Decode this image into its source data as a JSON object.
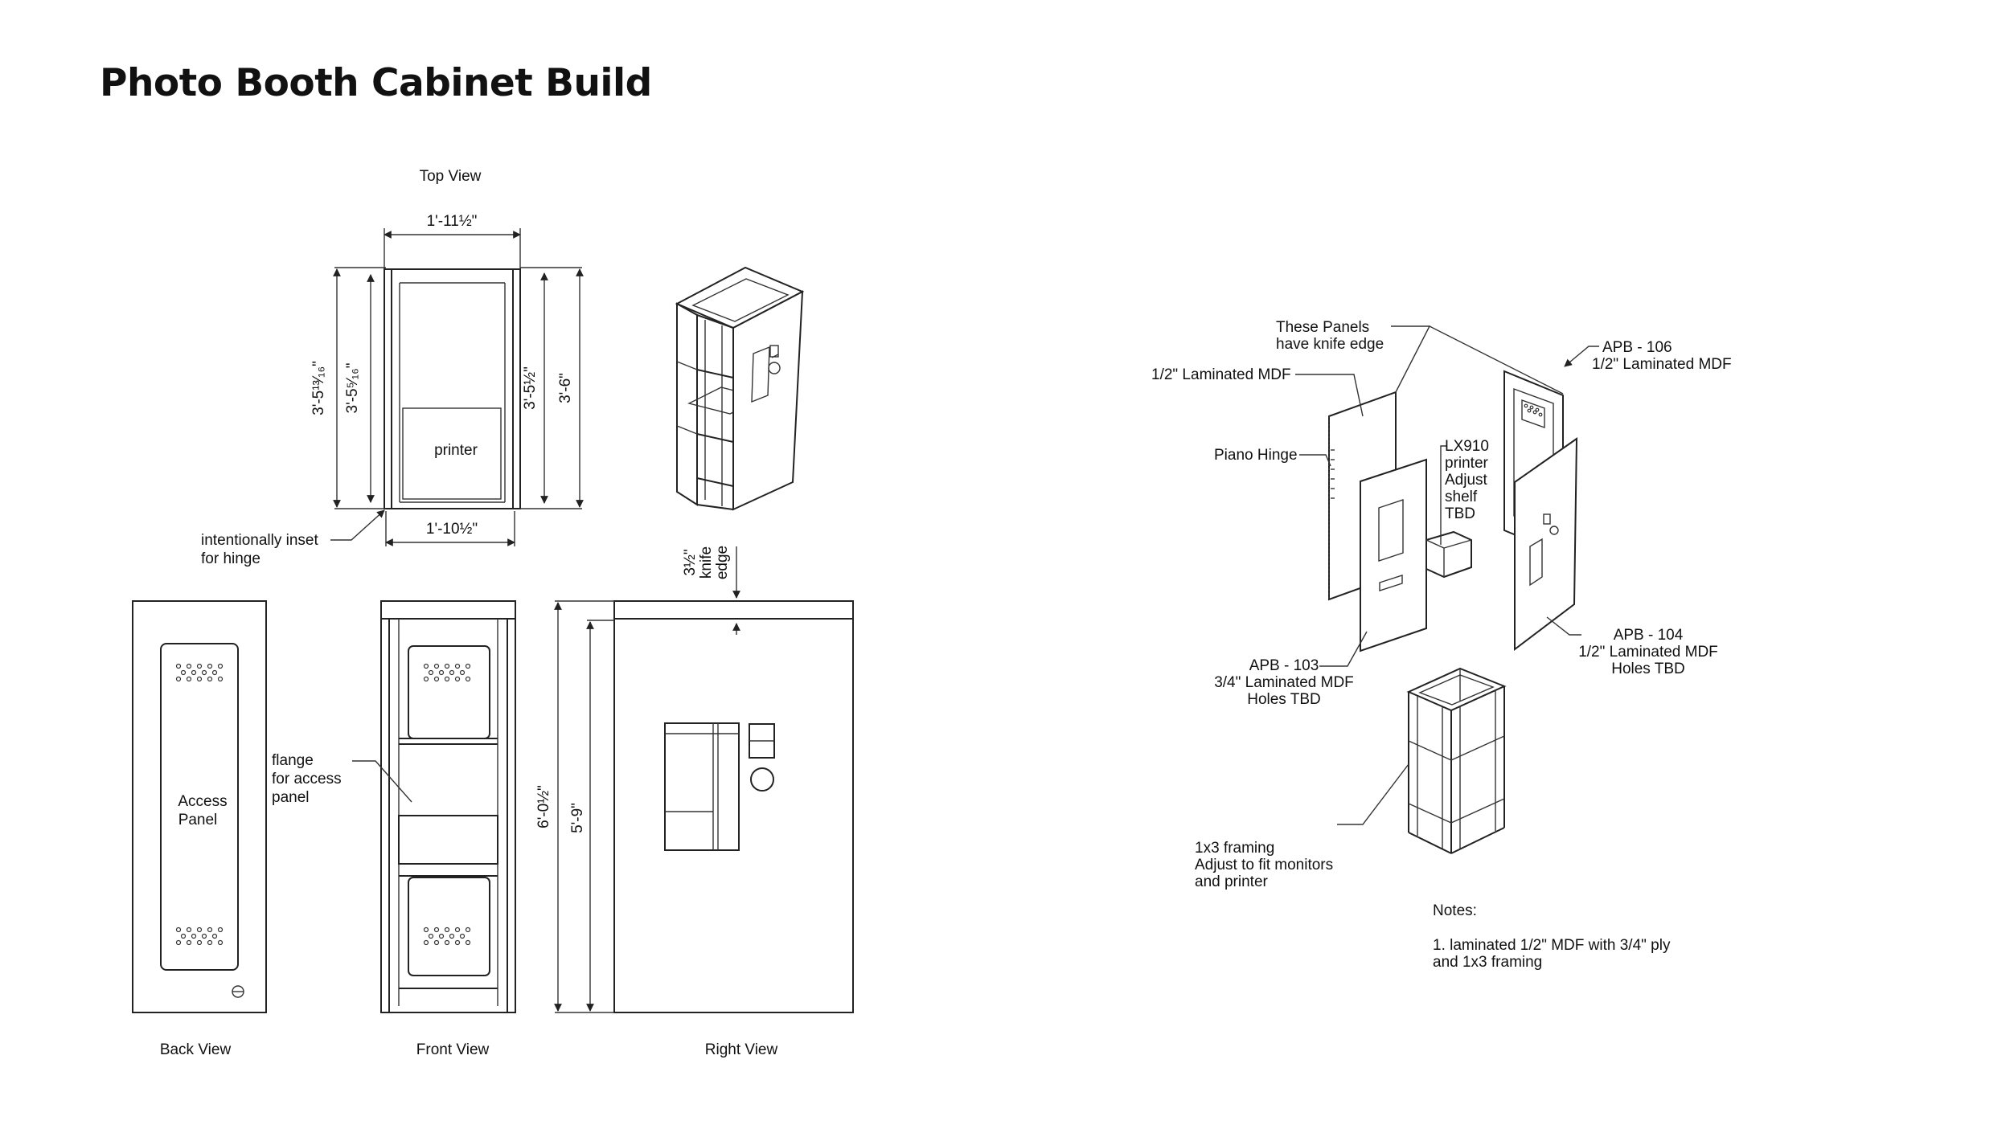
{
  "title": "Photo Booth Cabinet Build",
  "views": {
    "top": "Top View",
    "back": "Back View",
    "front": "Front View",
    "right": "Right View"
  },
  "labels": {
    "printer": "printer",
    "access_panel_1": "Access",
    "access_panel_2": "Panel",
    "inset_1": "intentionally inset",
    "inset_2": "for hinge",
    "flange_1": "flange",
    "flange_2": "for access",
    "flange_3": "panel",
    "knife_1": "knife",
    "knife_2": "edge"
  },
  "dimensions": {
    "top_width": "1'-11½\"",
    "bottom_width": "1'-10½\"",
    "depth_outer_left": "3'-5¹³⁄₁₆\"",
    "depth_inner_left": "3'-5⁵⁄₁₆\"",
    "depth_inner_right": "3'-5½\"",
    "depth_outer_right": "3'-6\"",
    "height_total": "6'-0½\"",
    "height_body": "5'-9\"",
    "knife_edge": "3½\""
  },
  "exploded": {
    "knife_panels_1": "These Panels",
    "knife_panels_2": "have knife edge",
    "apb106_1": "APB - 106",
    "apb106_2": "1/2\" Laminated  MDF",
    "laminated_half": "1/2\" Laminated MDF",
    "piano_hinge": "Piano Hinge",
    "lx910_1": "LX910",
    "lx910_2": "printer",
    "lx910_3": "Adjust",
    "lx910_4": "shelf",
    "lx910_5": "TBD",
    "apb104_1": "APB - 104",
    "apb104_2": "1/2\" Laminated MDF",
    "apb104_3": "Holes TBD",
    "apb103_1": "APB - 103",
    "apb103_2": "3/4\" Laminated MDF",
    "apb103_3": "Holes TBD",
    "framing_1": "1x3 framing",
    "framing_2": "Adjust to fit monitors",
    "framing_3": "and printer"
  },
  "notes": {
    "heading": "Notes:",
    "line1": "1. laminated 1/2\" MDF with 3/4\" ply",
    "line2": "and 1x3 framing"
  }
}
